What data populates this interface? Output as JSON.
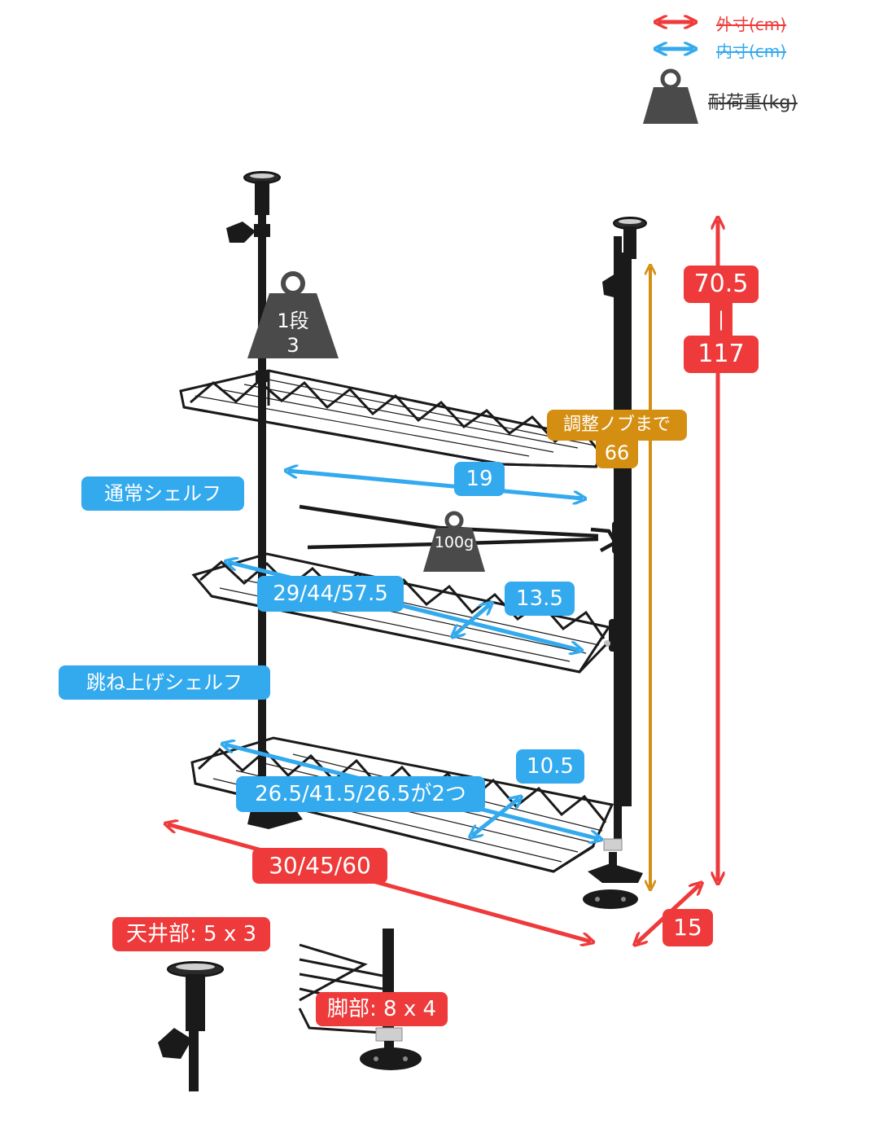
{
  "legend": {
    "outer_label": "外寸(cm)",
    "inner_label": "内寸(cm)",
    "load_label": "耐荷重(kg)"
  },
  "colors": {
    "outer_red": "#ee3a3a",
    "inner_blue": "#33a9ee",
    "knob_gold": "#d48f12",
    "weight_gray": "#4a4a4a",
    "rack_black": "#1a1a1a"
  },
  "weights": {
    "shelf_load_line1": "1段",
    "shelf_load_line2": "3",
    "hook_load": "100g"
  },
  "labels": {
    "normal_shelf": "通常シェルフ",
    "flip_shelf": "跳ね上げシェルフ",
    "hook_width": "19",
    "mid_shelf_width": "29/44/57.5",
    "mid_shelf_depth": "13.5",
    "bottom_shelf_width": "26.5/41.5/26.5が2つ",
    "bottom_shelf_depth": "10.5",
    "overall_width": "30/45/60",
    "overall_depth": "15",
    "height_min": "70.5",
    "height_sep": "|",
    "height_max": "117",
    "knob_line1": "調整ノブまで",
    "knob_line2": "66",
    "ceiling_part": "天井部: 5 x 3",
    "foot_part": "脚部: 8 x 4"
  }
}
